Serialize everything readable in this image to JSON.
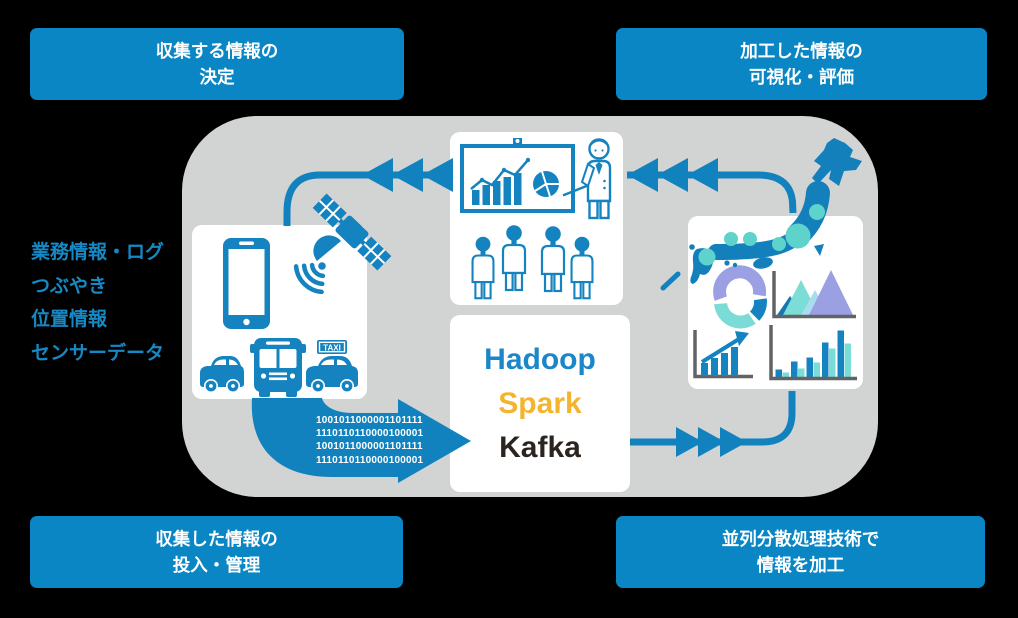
{
  "corner_boxes": {
    "top_left": {
      "line1": "収集する情報の",
      "line2": "決定"
    },
    "top_right": {
      "line1": "加工した情報の",
      "line2": "可視化・評価"
    },
    "bottom_left": {
      "line1": "収集した情報の",
      "line2": "投入・管理"
    },
    "bottom_right": {
      "line1": "並列分散処理技術で",
      "line2": "情報を加工"
    }
  },
  "data_sources": {
    "items": [
      "業務情報・ログ",
      "つぶやき",
      "位置情報",
      "センサーデータ"
    ]
  },
  "center_pipeline": {
    "technologies": [
      {
        "label": "Hadoop",
        "color": "#1b86c8"
      },
      {
        "label": "Spark",
        "color": "#f5b42e"
      },
      {
        "label": "Kafka",
        "color": "#2c2420"
      }
    ]
  },
  "flow_arrow": {
    "binary_lines": [
      "1001011000001101111",
      "1110110110000100001",
      "1001011000001101111",
      "1110110110000100001"
    ]
  },
  "vehicles": {
    "taxi_sign": "TAXI"
  },
  "colors": {
    "corner_box_blue": "#0a86c4",
    "diagram_blue": "#1182be",
    "icon_blue": "#1583bf",
    "cycle_background_gray": "#d2d4d4",
    "teal_accent": "#5ed3cc",
    "chart_teal": "#7bdcd7",
    "purple_accent": "#9aa0e2",
    "dark_axis_gray": "#616366",
    "label_blue": "#1689c5",
    "spark_orange": "#f5b42e",
    "kafka_black": "#2c2420"
  }
}
